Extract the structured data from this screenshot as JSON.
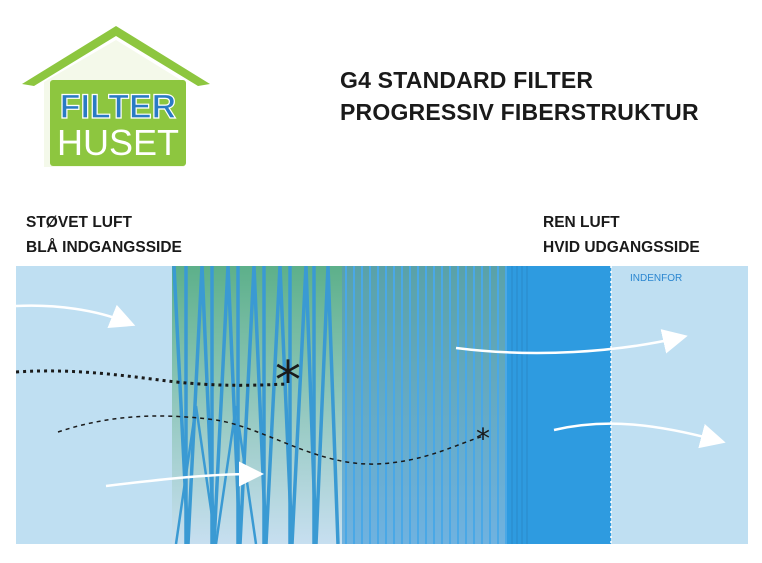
{
  "logo": {
    "line1": "FILTER",
    "line2": "HUSET",
    "house_color": "#8dc63f",
    "text_color": "#2a7bc4"
  },
  "title": {
    "line1": "G4 STANDARD FILTER",
    "line2": "PROGRESSIV FIBERSTRUKTUR"
  },
  "left_label": {
    "line1": "STØVET LUFT",
    "line2": "BLÅ INDGANGSSIDE"
  },
  "right_label": {
    "line1": "REN LUFT",
    "line2": "HVID UDGANGSSIDE"
  },
  "diagram": {
    "inside_label": "INDENFOR",
    "colors": {
      "background": "#bfdff2",
      "fiber": "#3a9ad3",
      "dense_zone": "#2e9be0",
      "gradient_green": "#5db08a",
      "arrow": "#ffffff",
      "particle": "#1a1a1a"
    },
    "icons": {
      "large_particle": "asterisk",
      "small_particle": "asterisk",
      "airflow": "arrow-right"
    }
  }
}
